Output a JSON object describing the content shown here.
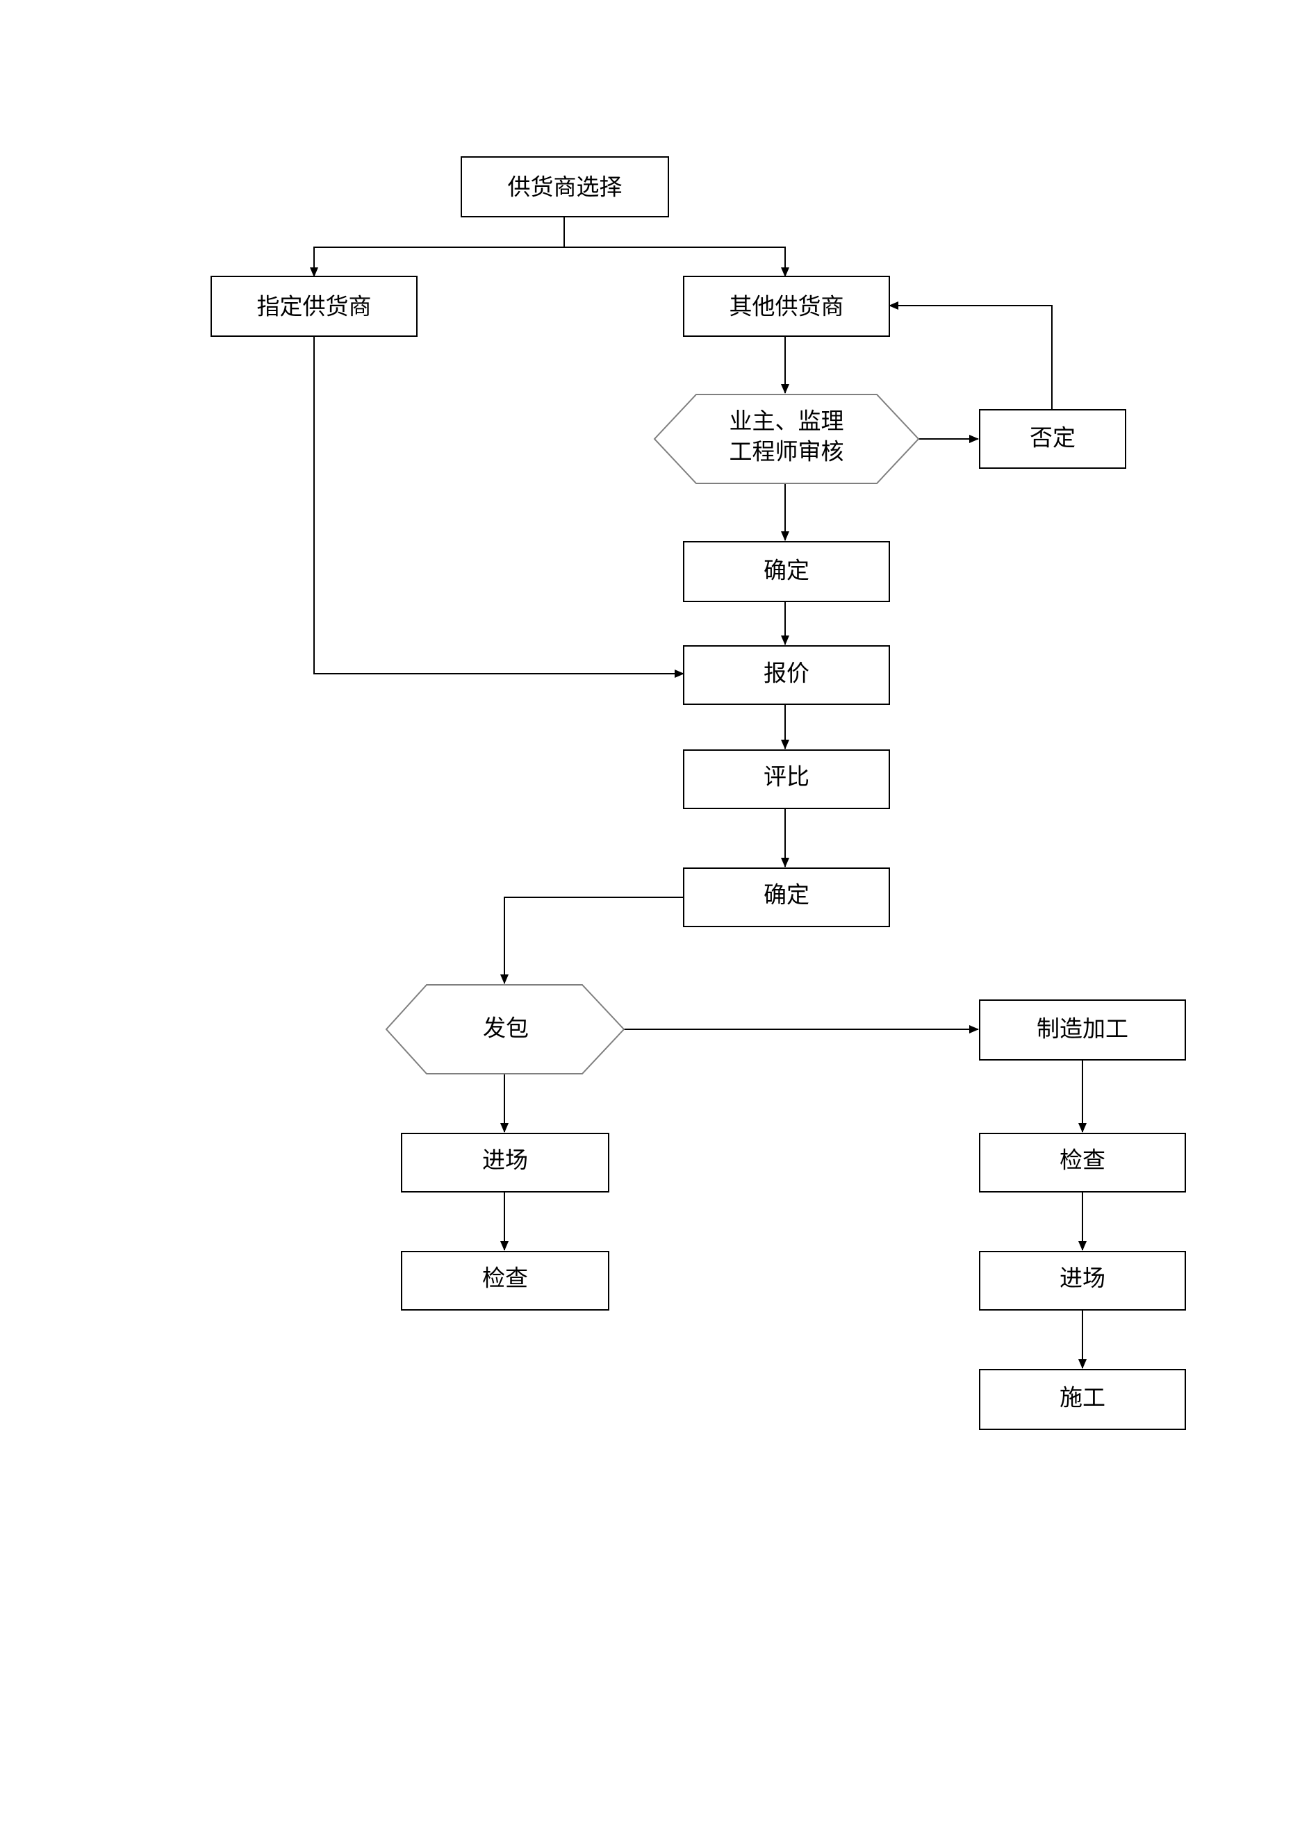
{
  "diagram": {
    "nodes": {
      "supplier_selection": "供货商选择",
      "designated_supplier": "指定供货商",
      "other_supplier": "其他供货商",
      "owner_supervisor_review_line1": "业主、监理",
      "owner_supervisor_review_line2": "工程师审核",
      "rejected": "否定",
      "confirmed_1": "确定",
      "quotation": "报价",
      "comparison": "评比",
      "confirmed_2": "确定",
      "subcontract": "发包",
      "manufacturing": "制造加工",
      "site_entry_1": "进场",
      "inspection_1": "检查",
      "inspection_2": "检查",
      "site_entry_2": "进场",
      "construction": "施工"
    }
  }
}
